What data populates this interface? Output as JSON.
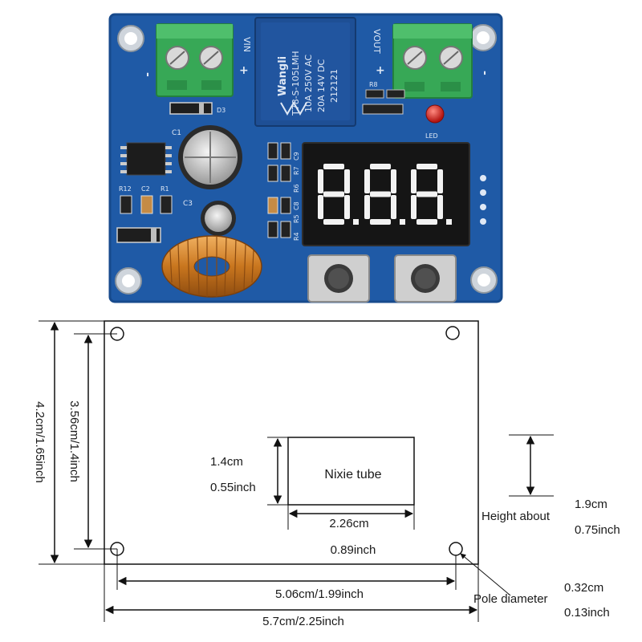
{
  "pcb": {
    "labels": {
      "vin": "VIN",
      "vout": "VOUT",
      "plus_in": "+",
      "minus_in": "-",
      "plus_out": "+",
      "minus_out": "-",
      "d3": "D3",
      "c1": "C1",
      "c3": "C3",
      "r12": "R12",
      "c2": "C2",
      "r1": "R1",
      "r8": "R8",
      "led": "LED",
      "r7": "R7",
      "r6": "R6",
      "r5": "R5",
      "r4": "R4",
      "c8": "C8",
      "c9": "C9"
    },
    "relay_lines": [
      "Wangli",
      "T78-S-105LMH",
      "10A 250V AC",
      "20A 14V DC",
      "212121"
    ],
    "display_digits": "888",
    "colors": {
      "board": "#1f5aa6",
      "terminal": "#37a856",
      "relay": "#1e4f95",
      "display": "#151515",
      "segment": "#f2f2f2",
      "led": "#e0201b",
      "coil": "#d8892c"
    }
  },
  "drawing": {
    "nixie_label": "Nixie tube",
    "tube_height_cm": "1.4cm",
    "tube_height_in": "0.55inch",
    "tube_width_cm": "2.26cm",
    "tube_width_in": "0.89inch",
    "board_height": "4.2cm/1.65inch",
    "hole_spacing_v": "3.56cm/1.4inch",
    "hole_spacing_h": "5.06cm/1.99inch",
    "board_width": "5.7cm/2.25inch",
    "height_label": "Height about",
    "height_cm": "1.9cm",
    "height_in": "0.75inch",
    "pole_label": "Pole diameter",
    "pole_cm": "0.32cm",
    "pole_in": "0.13inch"
  }
}
